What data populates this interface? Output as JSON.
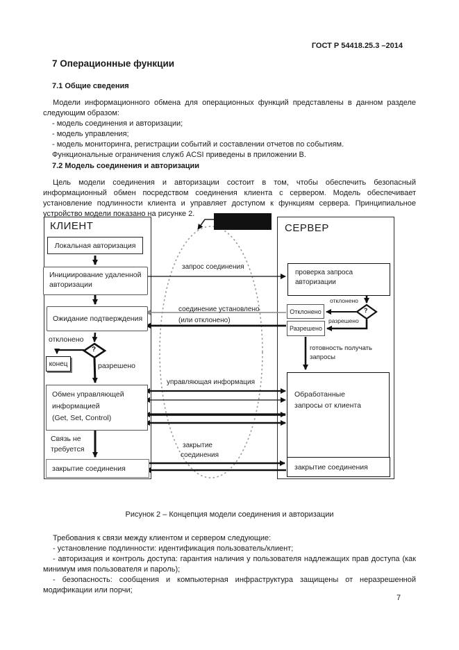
{
  "header": {
    "doc_code": "ГОСТ Р 54418.25.3 –2014"
  },
  "sections": {
    "h1": "7 Операционные функции",
    "h2_1": "7.1 Общие сведения",
    "p1": "Модели информационного обмена для операционных функций представлены в данном разделе следующим образом:",
    "list": [
      "- модель соединения и авторизации;",
      "- модель управления;",
      "- модель мониторинга, регистрации событий и составлении отчетов по событиям."
    ],
    "p2": "Функциональные ограничения служб ACSI приведены в приложении B.",
    "h2_2": "7.2 Модель соединения и авторизации",
    "p3": "Цель модели соединения и авторизации состоит в том, чтобы обеспечить безопасный информационный обмен посредством соединения клиента с сервером. Модель обеспечивает установление подлинности клиента и управляет доступом к функциям сервера. Принципиальное устройство модели показано на рисунке 2."
  },
  "figure": {
    "caption": "Рисунок 2 – Концепция модели соединения и авторизации",
    "client": {
      "title": "КЛИЕНТ",
      "local_auth": "Локальная авторизация",
      "init_l1": "Инициирование удаленной",
      "init_l2": "авторизации",
      "wait": "Ожидание подтверждения",
      "declined_label": "отклонено",
      "allowed_label": "разрешено",
      "end": "конец",
      "question": "?",
      "exch_l1": "Обмен управляющей",
      "exch_l2": "информацией",
      "exch_l3": "(Get, Set, Control)",
      "no_link": "Связь не требуется",
      "close": "закрытие соединения"
    },
    "server": {
      "title": "СЕРВЕР",
      "check_l1": "проверка запроса",
      "check_l2": "авторизации",
      "declined_box": "Отклонено",
      "allowed_box": "Разрешено",
      "declined_label": "отклонено",
      "allowed_label": "разрешено",
      "question": "?",
      "ready": "готовность получать запросы",
      "proc_l1": "Обработанные",
      "proc_l2": "запросы от клиента",
      "close": "закрытие соединения"
    },
    "flows": {
      "request": "запрос соединения",
      "established": "соединение установлено",
      "or_declined": "(или отклонено)",
      "control_info": "управляющая информация",
      "closing_l1": "закрытие",
      "closing_l2": "соединения"
    }
  },
  "after": {
    "p1": "Требования к связи между клиентом и сервером следующие:",
    "items": [
      "- установление подлинности: идентификация пользователь/клиент;",
      "- авторизация и контроль доступа: гарантия наличия у пользователя надлежащих прав доступа (как минимум имя пользователя и пароль);",
      "- безопасность: сообщения и компьютерная инфраструктура защищены от неразрешенной модификации или порчи;"
    ]
  },
  "page_number": "7",
  "colors": {
    "ink": "#1a1a1a",
    "gray_line": "#8a8a8a"
  }
}
